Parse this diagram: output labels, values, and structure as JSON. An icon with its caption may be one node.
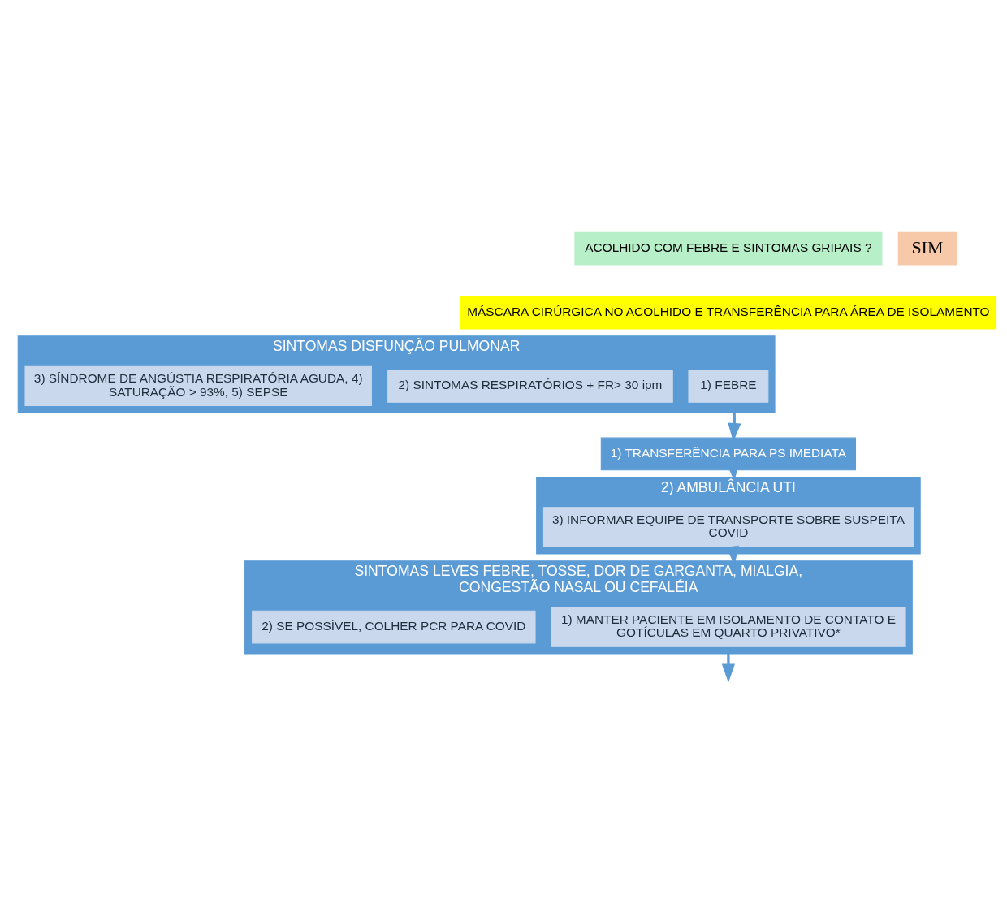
{
  "diagram": {
    "nodes": [
      {
        "text": [
          "ACOLHIDO COM FEBRE E SINTOMAS GRIPAIS ?"
        ]
      },
      {
        "text": [
          "SIM"
        ]
      },
      {
        "text": [
          "MÁSCARA CIRÚRGICA NO ACOLHIDO E TRANSFERÊNCIA PARA ÁREA DE ISOLAMENTO"
        ]
      },
      {
        "text": [
          "SINTOMAS DISFUNÇÃO PULMONAR"
        ]
      },
      {
        "text": [
          "1) FEBRE"
        ],
        "in": 3
      },
      {
        "text": [
          "2) SINTOMAS RESPIRATÓRIOS + FR> 30 ipm"
        ],
        "in": 3
      },
      {
        "text": [
          "3) SÍNDROME DE ANGÚSTIA RESPIRATÓRIA AGUDA, 4) SATURAÇÃO > 93%, 5) SEPSE"
        ],
        "in": 3
      },
      {
        "text": [
          "1) TRANSFERÊNCIA PARA PS IMEDIATA"
        ]
      },
      {
        "text": [
          "2) AMBULÂNCIA UTI"
        ]
      },
      {
        "text": [
          "3) INFORMAR EQUIPE DE TRANSPORTE SOBRE SUSPEITA COVID"
        ],
        "in": 8
      },
      {
        "text": [
          "SINTOMAS LEVES FEBRE, TOSSE, DOR DE GARGANTA, MIALGIA, CONGESTÃO NASAL OU CEFALÉIA"
        ]
      },
      {
        "text": [
          "1) MANTER PACIENTE EM ISOLAMENTO DE CONTATO E GOTÍCULAS EM QUARTO PRIVATIVO*"
        ],
        "in": 10
      },
      {
        "text": [
          "2) SE POSSÍVEL, COLHER PCR PARA COVID"
        ],
        "in": 10
      }
    ],
    "edges": [
      {
        "from": 3,
        "to": 7,
        "arrow": "to"
      },
      {
        "from": 7,
        "to": 8,
        "arrow": "to"
      },
      {
        "from": 8,
        "to": 10,
        "arrow": "to"
      },
      {
        "from": 10,
        "to": null,
        "arrow": "to"
      }
    ]
  }
}
